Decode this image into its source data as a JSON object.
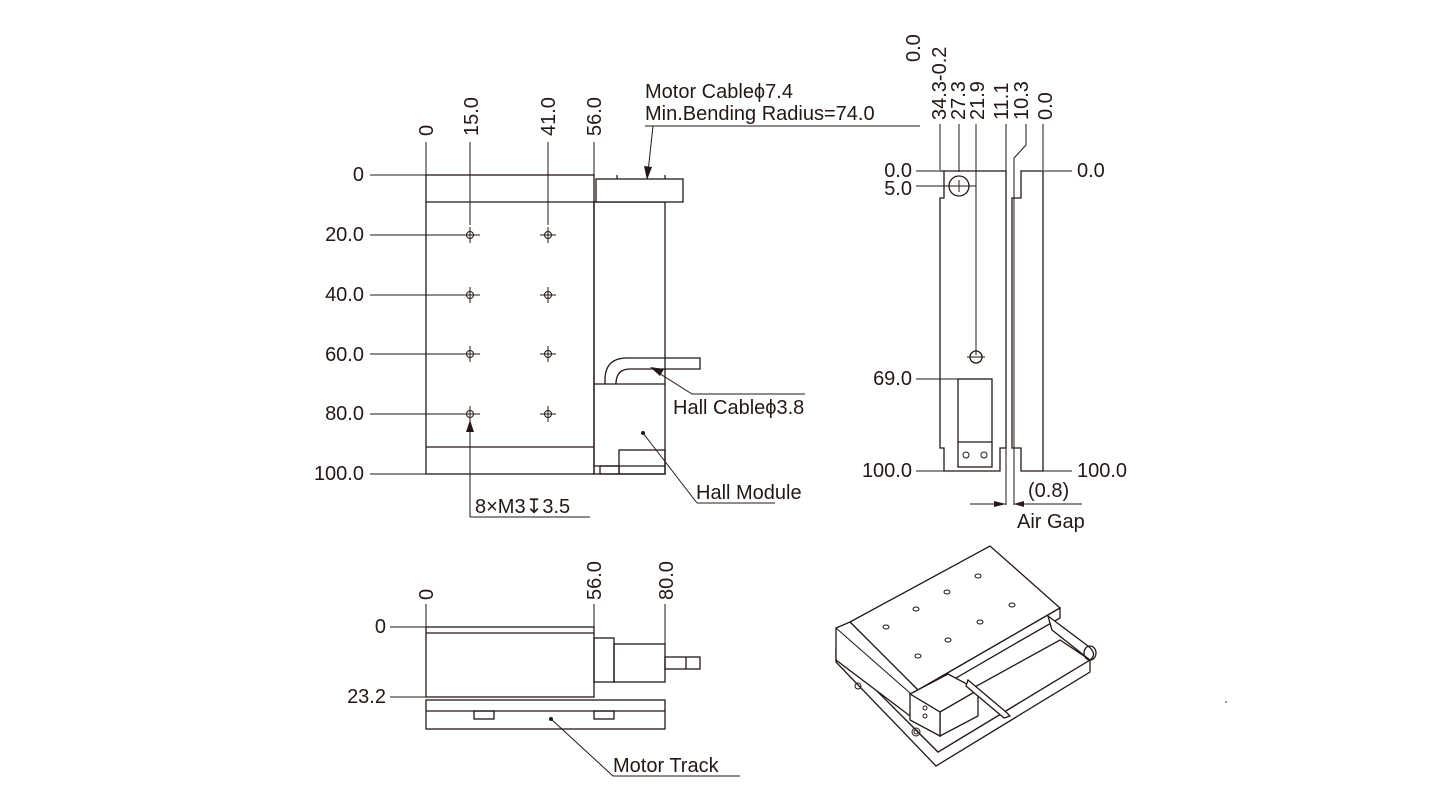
{
  "top_view": {
    "x_dims": [
      "0",
      "15.0",
      "41.0",
      "56.0"
    ],
    "y_dims": [
      "0",
      "20.0",
      "40.0",
      "60.0",
      "80.0",
      "100.0"
    ],
    "motor_cable": "Motor Cableϕ7.4",
    "bending_radius": "Min.Bending Radius=74.0",
    "hall_cable": "Hall Cableϕ3.8",
    "hall_module": "Hall Module",
    "holes": "8×M3↧3.5"
  },
  "side_view": {
    "top_dims": [
      "0.0",
      "34.3-0.2",
      "27.3",
      "21.9",
      "11.1",
      "10.3",
      "0.0"
    ],
    "left_y": [
      "0.0",
      "5.0",
      "69.0",
      "100.0"
    ],
    "right_y": [
      "0.0",
      "100.0"
    ],
    "air_gap_value": "(0.8)",
    "air_gap_label": "Air Gap"
  },
  "front_view": {
    "x_dims": [
      "0",
      "56.0",
      "80.0"
    ],
    "y_dims": [
      "0",
      "23.2"
    ],
    "motor_track": "Motor Track"
  }
}
